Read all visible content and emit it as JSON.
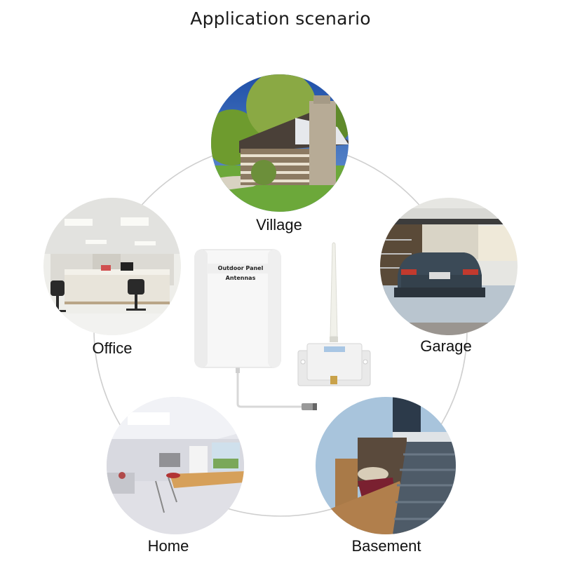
{
  "header": {
    "title": "Application scenario"
  },
  "scenarios": [
    {
      "id": "village",
      "label": "Village",
      "icon": "house-photo-icon"
    },
    {
      "id": "office",
      "label": "Office",
      "icon": "office-photo-icon"
    },
    {
      "id": "garage",
      "label": "Garage",
      "icon": "garage-photo-icon"
    },
    {
      "id": "home",
      "label": "Home",
      "icon": "home-photo-icon"
    },
    {
      "id": "basement",
      "label": "Basement",
      "icon": "basement-photo-icon"
    }
  ],
  "product": {
    "panel_antenna_label": "Outdoor Panel Antennas"
  },
  "colors": {
    "ring": "#cfcfcf",
    "background": "#ffffff",
    "text": "#111111"
  }
}
